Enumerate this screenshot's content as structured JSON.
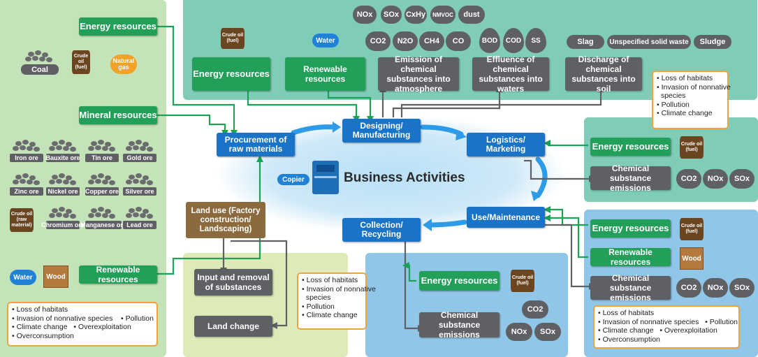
{
  "center": {
    "title": "Business Activities",
    "copier": "Copier"
  },
  "stages": {
    "procurement": "Procurement of raw materials",
    "designing": "Designing/ Manufacturing",
    "logistics": "Logistics/ Marketing",
    "use": "Use/Maintenance",
    "collection": "Collection/ Recycling"
  },
  "left_panel": {
    "energy_resources": "Energy resources",
    "coal": "Coal",
    "crude_oil_fuel": "Crude oil (fuel)",
    "natural_gas": "Natural gas",
    "mineral_resources": "Mineral resources",
    "ores": [
      "Iron ore",
      "Bauxite ore",
      "Tin ore",
      "Gold ore",
      "Zinc ore",
      "Nickel ore",
      "Copper ore",
      "Silver ore"
    ],
    "crude_oil_raw": "Crude oil (raw material)",
    "ores2": [
      "Chromium ore",
      "Manganese ore",
      "Lead ore"
    ],
    "water": "Water",
    "wood": "Wood",
    "renewable_resources": "Renewable resources",
    "impacts": [
      "Loss of habitats",
      "Invasion of nonnative species",
      "Pollution",
      "Climate change",
      "Overexploitation",
      "Overconsumption"
    ]
  },
  "top_panel": {
    "crude_oil": "Crude oil (fuel)",
    "water": "Water",
    "energy_resources": "Energy resources",
    "renewable_resources": "Renewable resources",
    "emission_atmosphere": "Emission of chemical substances into atmosphere",
    "effluence_waters": "Effluence of chemical substances into waters",
    "discharge_soil": "Discharge of chemical substances into soil",
    "air_row1": [
      "NOx",
      "SOx",
      "CxHy",
      "NMVOC",
      "dust"
    ],
    "air_row2": [
      "CO2",
      "N2O",
      "CH4",
      "CO"
    ],
    "water_drops": [
      "BOD",
      "COD",
      "SS"
    ],
    "soil_items": [
      "Slag",
      "Unspecified solid waste",
      "Sludge"
    ],
    "impacts": [
      "Loss of habitats",
      "Invasion of nonnative species",
      "Pollution",
      "Climate change"
    ]
  },
  "right_top": {
    "energy_resources": "Energy resources",
    "crude_oil": "Crude oil (fuel)",
    "chem_emissions": "Chemical substance emissions",
    "gases": [
      "CO2",
      "NOx",
      "SOx"
    ]
  },
  "right_bottom": {
    "energy_resources": "Energy resources",
    "crude_oil": "Crude oil (fuel)",
    "renewable_resources": "Renewable resources",
    "wood": "Wood",
    "chem_emissions": "Chemical substance emissions",
    "gases": [
      "CO2",
      "NOx",
      "SOx"
    ],
    "impacts": [
      "Loss of habitats",
      "Invasion of nonnative species",
      "Pollution",
      "Climate change",
      "Overexploitation",
      "Overconsumption"
    ]
  },
  "land_panel": {
    "land_use": "Land use (Factory construction/ Landscaping)",
    "input_removal": "Input and removal of substances",
    "land_change": "Land change",
    "impacts": [
      "Loss of habitats",
      "Invasion of nonnative species",
      "Pollution",
      "Climate change"
    ]
  },
  "bottom_blue_panel": {
    "energy_resources": "Energy resources",
    "crude_oil": "Crude oil (fuel)",
    "chem_emissions": "Chemical substance emissions",
    "gases": [
      "CO2",
      "NOx",
      "SOx"
    ]
  },
  "colors": {
    "green": "#22a05a",
    "gray": "#5f6064",
    "blue": "#1973c6",
    "brown": "#8b6a3d",
    "orange": "#f2a23a"
  }
}
